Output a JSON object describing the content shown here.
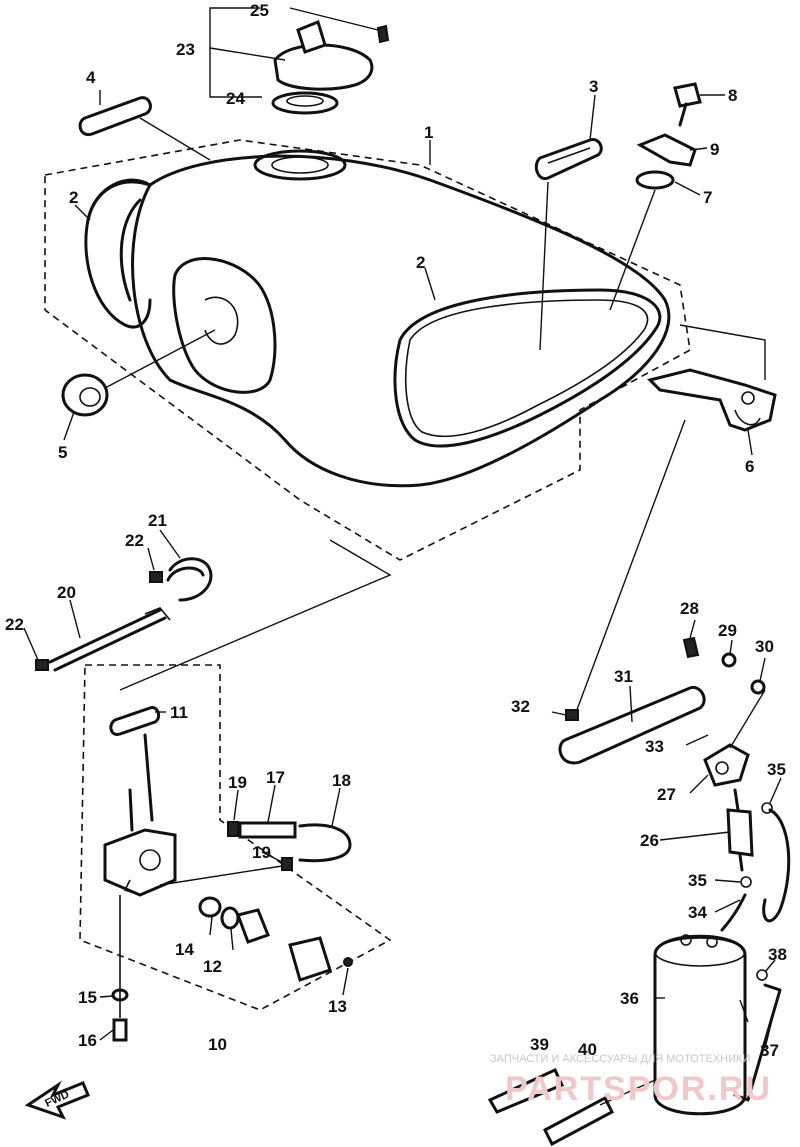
{
  "callouts": {
    "p1": "1",
    "p2a": "2",
    "p2b": "2",
    "p3": "3",
    "p4": "4",
    "p5": "5",
    "p6": "6",
    "p7": "7",
    "p8": "8",
    "p9": "9",
    "p10": "10",
    "p11": "11",
    "p12": "12",
    "p13": "13",
    "p14": "14",
    "p15": "15",
    "p16": "16",
    "p17": "17",
    "p18": "18",
    "p19a": "19",
    "p19b": "19",
    "p20": "20",
    "p21": "21",
    "p22a": "22",
    "p22b": "22",
    "p23": "23",
    "p24": "24",
    "p25": "25",
    "p26": "26",
    "p27": "27",
    "p28": "28",
    "p29": "29",
    "p30": "30",
    "p31": "31",
    "p32": "32",
    "p33": "33",
    "p34": "34",
    "p35a": "35",
    "p35b": "35",
    "p36": "36",
    "p37": "37",
    "p38": "38",
    "p39": "39",
    "p40": "40"
  },
  "fwd_label": "FWD",
  "watermark": {
    "line1": "ЗАПЧАСТИ И АКСЕССУАРЫ ДЛЯ МОТОТЕХНИКИ",
    "line2": "PARTSPOR.RU"
  }
}
